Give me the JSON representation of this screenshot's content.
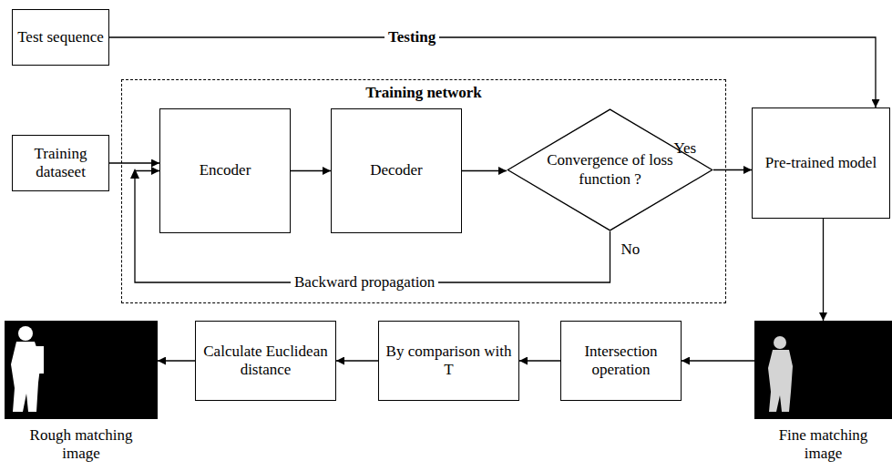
{
  "diagram": {
    "nodes": [
      {
        "text": [
          "Test sequence"
        ]
      },
      {
        "text": [
          "Training network"
        ]
      },
      {
        "text": [
          "Training dataseet"
        ]
      },
      {
        "text": [
          "Encoder"
        ],
        "in": 1
      },
      {
        "text": [
          "Decoder"
        ],
        "in": 1
      },
      {
        "text": [
          "Convergence of loss function ?"
        ],
        "in": 1
      },
      {
        "text": [
          "Pre-trained model"
        ]
      },
      {
        "text": [
          "Fine matching image"
        ]
      },
      {
        "text": [
          "Intersection operation"
        ]
      },
      {
        "text": [
          "By comparison with T"
        ]
      },
      {
        "text": [
          "Calculate Euclidean distance"
        ]
      },
      {
        "text": [
          "Rough matching image"
        ]
      }
    ],
    "edges": [
      {
        "from": 0,
        "to": 6,
        "label": "Testing",
        "arrow": "to"
      },
      {
        "from": 2,
        "to": 3,
        "arrow": "to"
      },
      {
        "from": 3,
        "to": 4,
        "arrow": "to"
      },
      {
        "from": 4,
        "to": 5,
        "arrow": "to"
      },
      {
        "from": 5,
        "to": 6,
        "label": "Yes",
        "arrow": "to"
      },
      {
        "from": 5,
        "to": 3,
        "label": "Backward propagation",
        "arrow": "to"
      },
      {
        "from": 6,
        "to": 7,
        "arrow": "to"
      },
      {
        "from": 7,
        "to": 8,
        "arrow": "to"
      },
      {
        "from": 8,
        "to": 9,
        "arrow": "to"
      },
      {
        "from": 9,
        "to": 10,
        "arrow": "to"
      },
      {
        "from": 10,
        "to": 11,
        "arrow": "to"
      }
    ],
    "labels": [
      "No"
    ]
  }
}
